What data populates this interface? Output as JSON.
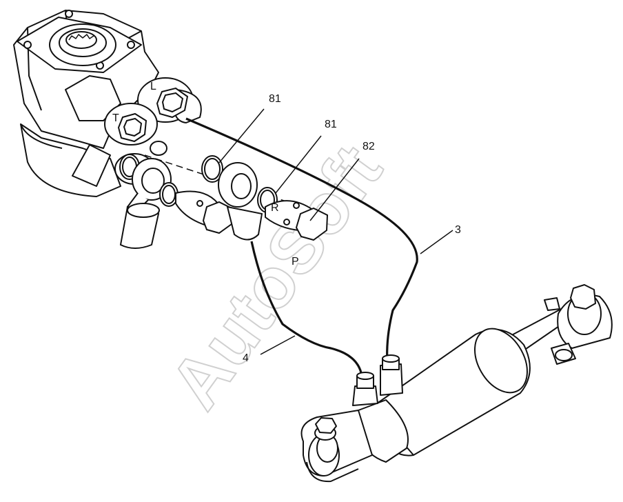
{
  "callouts": {
    "c81_top": "81",
    "c81_mid": "81",
    "c82": "82",
    "c3": "3",
    "c4": "4"
  },
  "port_letters": {
    "L": "L",
    "T": "T",
    "R": "R",
    "P": "P"
  },
  "watermark": "AutoSoft",
  "colors": {
    "line": "#111111",
    "fill": "#ffffff",
    "watermark": "#d9d9d9"
  }
}
